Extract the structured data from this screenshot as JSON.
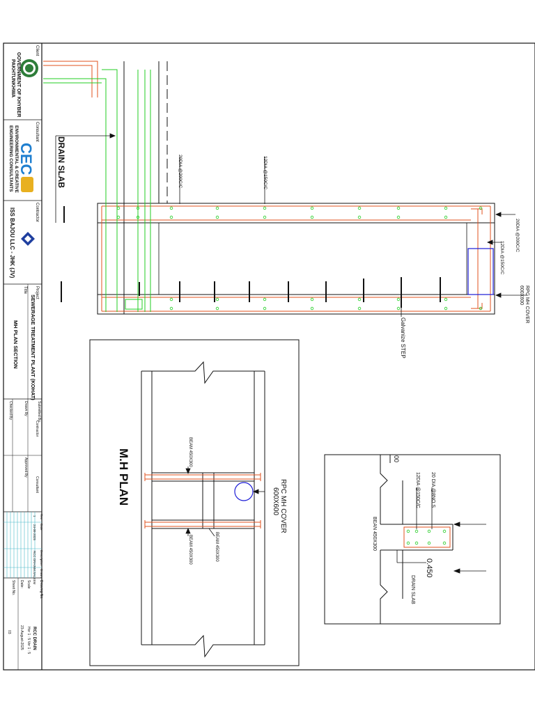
{
  "title_block": {
    "client_label": "Client",
    "client_name_1": "GOVERNMENT OF KHYBER",
    "client_name_2": "PAKHTUNKHWA",
    "consultant_label": "Consultant",
    "consultant_name_1": "ENVIRONMENTAL & CREATIVE",
    "consultant_name_2": "ENGINEERING CONSULTANTS",
    "consultant_logo": "CEC",
    "contractor_label": "Contractor",
    "contractor_name": "ISS BAJOU LLC - JHK (JV)",
    "project_label": "Project",
    "project_name": "SEWERAGE TREATMENT PLANT (KOHAT)",
    "title_label": "Title",
    "drawing_title": "MH PLAN SECTION",
    "submitted_by_label": "Submitted By",
    "drawn_by_label": "Drawn By",
    "checked_by_label": "Checked By",
    "approved_by_label": "Approved By",
    "contractor_col": "Contractor",
    "consultant_col": "Consultant",
    "rev_label": "Rev",
    "date_label": "Date",
    "description_label": "Description",
    "drawn_label": "Drawn",
    "rev_value": "1",
    "date_value": "24-08-2025",
    "description_value": "RCC DRAIN",
    "drawn_value": "M.SALEEM",
    "drawing_no_label": "Drawing No.",
    "drawing_no_value": "RCC DRAIN",
    "scale_label": "Scale",
    "scale_value": "Hor 1 : 5  Ver 1 : 5",
    "date2_label": "Date:",
    "date2_value": "23-August-2025",
    "sheet_label": "Sheet No.",
    "sheet_value": "03"
  },
  "section": {
    "drain_slab": "DRAIN SLAB",
    "bar_20": "20DIA @200C/C",
    "bar_12": "12DIA @150C/C",
    "bar_20_right": "20DIA @200C/C",
    "bar_12_right": "12DIA @150C/C",
    "cover_1": "RPC MH COVER",
    "cover_2": "600X600",
    "step": "Galvanize STEP"
  },
  "plan": {
    "title": "M.H PLAN",
    "cover_1": "RPC MH COVER",
    "cover_2": "600X600",
    "beam_top": "BEAM 450X300",
    "beam_mid": "BEAM 450X300",
    "beam_bot": "BEAM 450X300"
  },
  "beam_detail": {
    "bar_20": "20 DIA @8NO.S",
    "bar_12": "12DIA @150C/C",
    "beam": "BEAN 450X300",
    "dim": "0.450",
    "drain_slab": "DRAIN SLAB",
    "dim_cut": "00"
  },
  "colors": {
    "rebar": "#e0501e",
    "link": "#22cc22",
    "cover": "#1a1ad6",
    "line": "#111111"
  }
}
